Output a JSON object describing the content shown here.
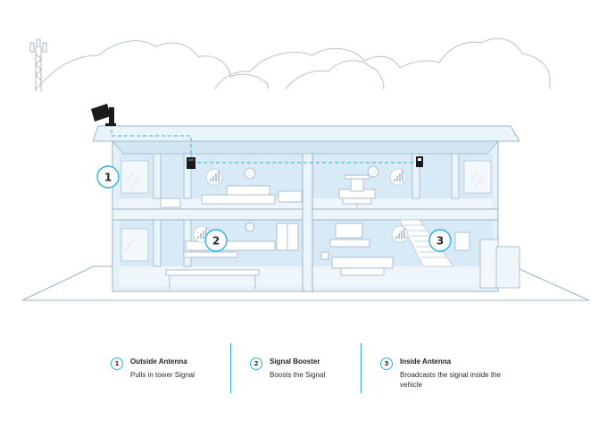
{
  "callouts": [
    {
      "number": "1",
      "title": "Outside Antenna",
      "description": "Pulls in tower Signal"
    },
    {
      "number": "2",
      "title": "Signal Booster",
      "description": "Boosts the Signal"
    },
    {
      "number": "3",
      "title": "Inside Antenna",
      "description": "Broadcasts the signal inside the vehicle"
    }
  ],
  "colors": {
    "accent": "#2eaee8",
    "wall_fill": "#dcedf8",
    "line": "#9fb3c4",
    "device": "#1b1b1b"
  },
  "icons": [
    "cell-tower-icon",
    "cloud-icon",
    "outside-antenna-icon",
    "signal-booster-icon",
    "inside-antenna-icon",
    "signal-bars-icon"
  ]
}
